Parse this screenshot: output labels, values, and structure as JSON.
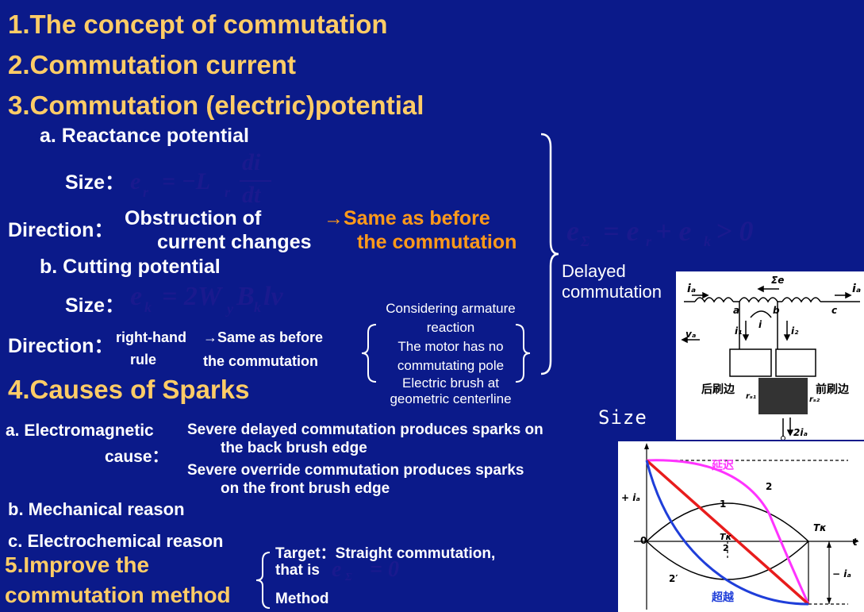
{
  "sections": {
    "s1": "1.The concept of commutation",
    "s2": "2.Commutation current",
    "s3": "3.Commutation (electric)potential",
    "s4": "4.Causes of Sparks",
    "s5_line1": "5.Improve the",
    "s5_line2": "commutation method"
  },
  "reactance": {
    "heading": "a. Reactance potential",
    "size_label": "Size：",
    "formula": {
      "lhs": "e",
      "lhs_sub": "r",
      "eq": "= −L",
      "l_sub": "r",
      "num": "di",
      "den": "dt"
    },
    "direction_label": "Direction：",
    "direction_line1": "Obstruction of",
    "direction_line2": "current changes",
    "same_line1": "→Same as before",
    "same_line2": "the commutation"
  },
  "cutting": {
    "heading": "b. Cutting potential",
    "size_label": "Size：",
    "formula": {
      "lhs": "e",
      "lhs_sub": "k",
      "eq": "= 2W",
      "w_sub": "y",
      "b": "B",
      "b_sub": "k",
      "tail": "lv"
    },
    "direction_label": "Direction：",
    "rule_line1": "right-hand",
    "rule_line2": "rule",
    "same_line1": "→Same as before",
    "same_line2": "the commutation",
    "considering": [
      "Considering armature",
      "reaction",
      "The motor has no",
      "commutating pole",
      "Electric brush at",
      "geometric centerline"
    ]
  },
  "sum": {
    "formula": {
      "lhs": "e",
      "lhs_sub": "Σ",
      "eq": "= e",
      "r_sub": "r",
      "plus": "+ e",
      "k_sub": "k",
      "tail": "> 0"
    },
    "label_line1": "Delayed",
    "label_line2": "commutation"
  },
  "causes": {
    "electromagnetic_line1": "a. Electromagnetic",
    "electromagnetic_line2": "cause：",
    "delayed_line1": "Severe delayed commutation produces sparks on",
    "delayed_line2": "the back brush edge",
    "override_line1": "Severe override commutation produces sparks",
    "override_line2": "on the front brush edge",
    "mechanical": "b. Mechanical reason",
    "electrochemical": "c. Electrochemical reason"
  },
  "improve": {
    "target": "Target：Straight commutation,",
    "that_is": "that is",
    "formula": {
      "lhs": "e",
      "lhs_sub": "Σ",
      "tail": "= 0"
    },
    "method": "Method"
  },
  "size_caption": "Size",
  "brush_diagram": {
    "ia_left": "iₐ",
    "ia_right": "iₐ",
    "sigma_e": "Σe",
    "node_a": "a",
    "node_b": "b",
    "node_c": "c",
    "i_mid": "i",
    "i1": "i₁",
    "i2": "i₂",
    "va": "vₐ",
    "back_edge": "后刷边",
    "front_edge": "前刷边",
    "r_s1": "rₛ₁",
    "r_s2": "rₛ₂",
    "two_ia": "2iₐ"
  },
  "current_graph": {
    "delay_label": "延迟",
    "override_label": "超越",
    "plus_ia": "+ iₐ",
    "minus_ia": "− iₐ",
    "origin": "0",
    "t_axis": "t",
    "tk": "Tκ",
    "tk_half_num": "Tκ",
    "tk_half_den": "2",
    "curve_1": "1",
    "curve_2": "2",
    "curve_2p": "2′",
    "colors": {
      "delay": "#ff33ff",
      "linear": "#e81c1c",
      "override": "#1f3ed9",
      "ellipse": "#000000"
    }
  }
}
